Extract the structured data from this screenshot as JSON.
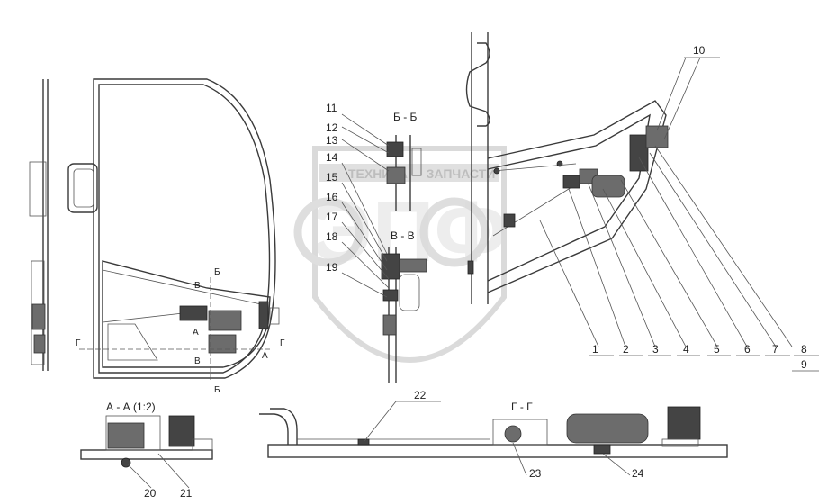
{
  "watermark": {
    "top_text_left": "ТЕХНИКА",
    "top_text_right": "ЗАПЧАСТИ",
    "logo_text": "ЭПФ"
  },
  "section_labels": {
    "bb": "Б - Б",
    "vv": "В - В",
    "aa": "А - А (1:2)",
    "gg": "Г - Г"
  },
  "cut_marks": {
    "b_top": "Б",
    "b_bottom": "Б",
    "v_top": "В",
    "v_bottom": "В",
    "a_left": "А",
    "a_right": "А",
    "g_left": "Г",
    "g_right": "Г"
  },
  "callouts": {
    "c1": "1",
    "c2": "2",
    "c3": "3",
    "c4": "4",
    "c5": "5",
    "c6": "6",
    "c7": "7",
    "c8": "8",
    "c9": "9",
    "c10": "10",
    "c11": "11",
    "c12": "12",
    "c13": "13",
    "c14": "14",
    "c15": "15",
    "c16": "16",
    "c17": "17",
    "c18": "18",
    "c19": "19",
    "c20": "20",
    "c21": "21",
    "c22": "22",
    "c23": "23",
    "c24": "24"
  }
}
